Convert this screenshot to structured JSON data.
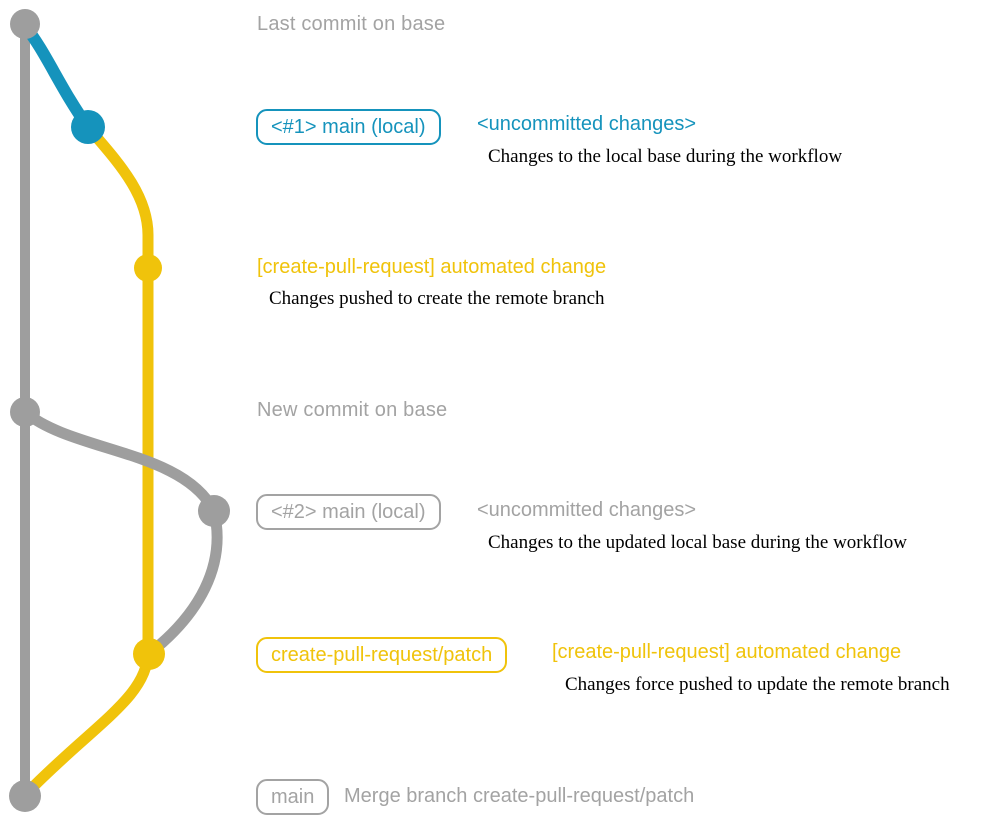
{
  "colors": {
    "gray": "#9e9e9e",
    "gray_text": "#a3a3a3",
    "blue": "#1593bc",
    "yellow": "#f0c30b",
    "caption": "#000000"
  },
  "graph": {
    "commits": [
      {
        "id": "last-commit-on-base",
        "color": "gray"
      },
      {
        "id": "local-main-commit-1",
        "color": "blue"
      },
      {
        "id": "automated-change-commit-1",
        "color": "yellow"
      },
      {
        "id": "new-commit-on-base",
        "color": "gray"
      },
      {
        "id": "local-main-commit-2",
        "color": "gray"
      },
      {
        "id": "automated-change-commit-2",
        "color": "yellow"
      },
      {
        "id": "merge-commit",
        "color": "gray"
      }
    ]
  },
  "rows": {
    "last_commit": {
      "label": "Last commit on base"
    },
    "uncommitted_1": {
      "branch_tag": "<#1> main (local)",
      "message": "<uncommitted changes>",
      "caption": "Changes to the local base during the workflow"
    },
    "automated_1": {
      "message": "[create-pull-request] automated change",
      "caption": "Changes pushed to create the remote branch"
    },
    "new_commit": {
      "label": "New commit on base"
    },
    "uncommitted_2": {
      "branch_tag": "<#2> main (local)",
      "message": "<uncommitted changes>",
      "caption": "Changes to the updated local base during the workflow"
    },
    "automated_2": {
      "branch_tag": "create-pull-request/patch",
      "message": "[create-pull-request] automated change",
      "caption": "Changes force pushed to update the remote branch"
    },
    "merge": {
      "branch_tag": "main",
      "message": "Merge branch create-pull-request/patch"
    }
  }
}
